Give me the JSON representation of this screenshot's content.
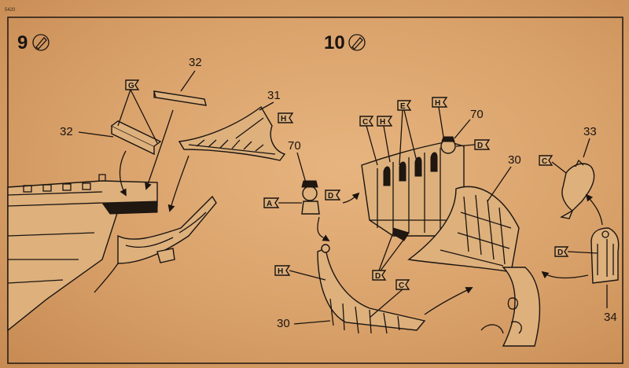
{
  "page_code": "5420",
  "steps": [
    {
      "number": "9",
      "icon": "glue-tube-icon"
    },
    {
      "number": "10",
      "icon": "glue-tube-icon"
    }
  ],
  "step9": {
    "callouts": [
      "32",
      "32",
      "31"
    ],
    "flags": [
      "G",
      "H"
    ]
  },
  "step10": {
    "callouts": [
      "70",
      "70",
      "30",
      "33",
      "30",
      "34"
    ],
    "flags": [
      "C",
      "H",
      "E",
      "H",
      "D",
      "C",
      "A",
      "D",
      "H",
      "D",
      "C",
      "D"
    ]
  }
}
